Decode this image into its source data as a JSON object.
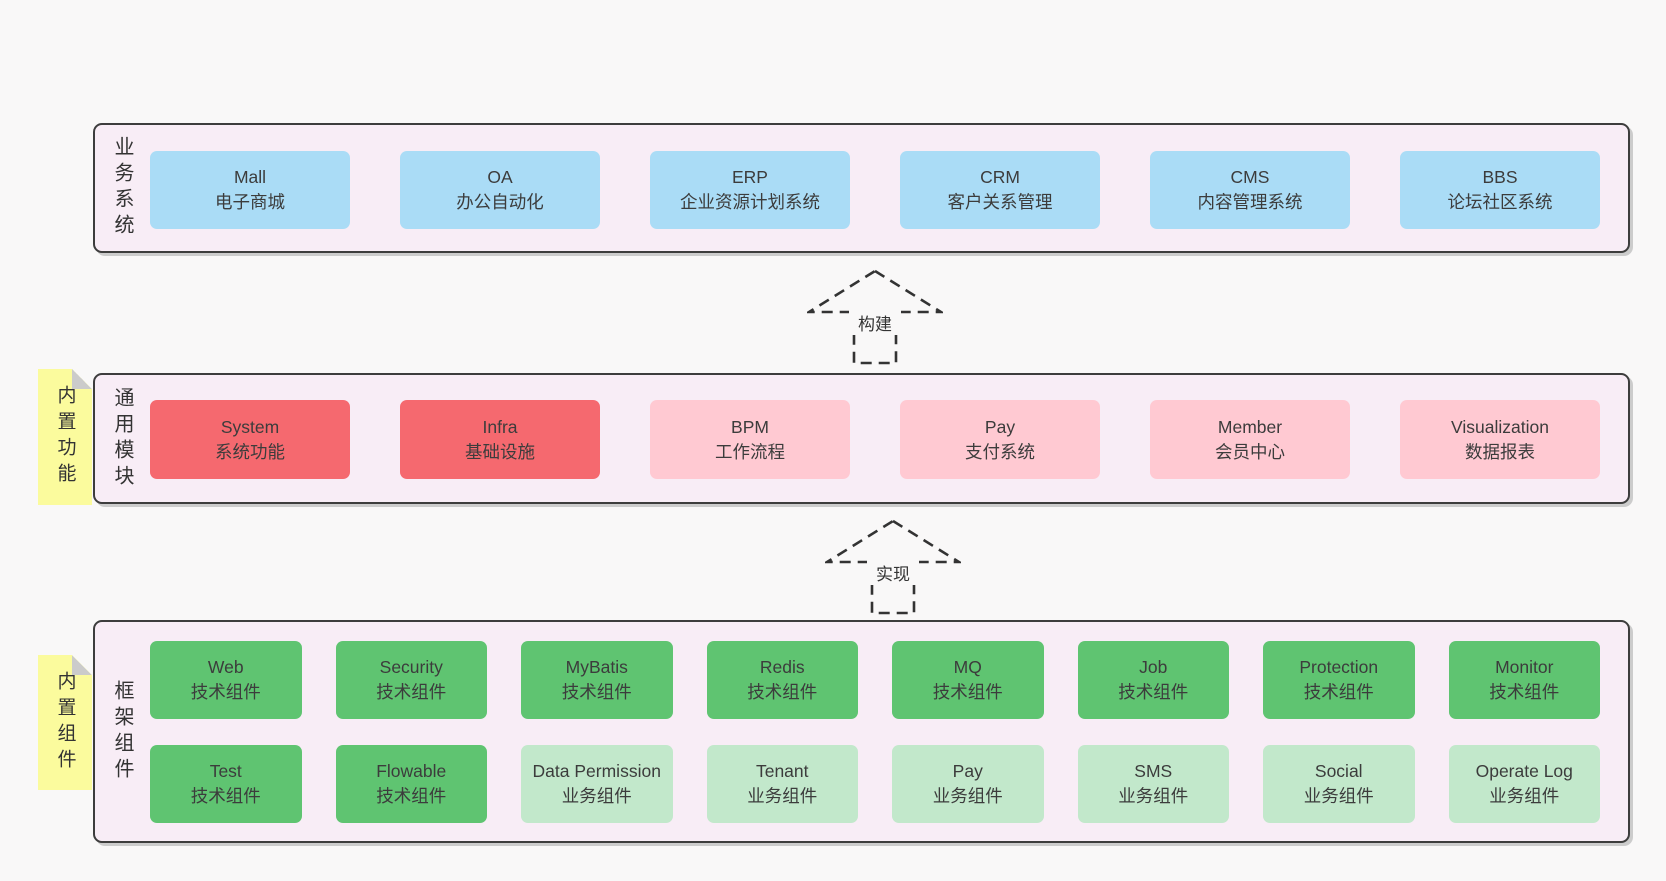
{
  "palette": {
    "page_bg": "#f9f8f8",
    "container_bg": "#f8edf6",
    "container_border": "#3d3d3d",
    "business_box": "#aadcf6",
    "core_module_box": "#f5696f",
    "optional_module_box": "#ffc9d2",
    "tech_component_box": "#5fc471",
    "biz_component_box": "#c2e8cb",
    "note_bg": "#fbfb9d",
    "text": "#3c3c3c"
  },
  "arrows": {
    "build": "构建",
    "implement": "实现"
  },
  "notes": {
    "builtin_functions": "内置功能",
    "builtin_components": "内置组件"
  },
  "sections": {
    "business": {
      "label": "业务系统",
      "boxes": [
        {
          "name": "Mall",
          "desc": "电子商城",
          "type": "blue"
        },
        {
          "name": "OA",
          "desc": "办公自动化",
          "type": "blue"
        },
        {
          "name": "ERP",
          "desc": "企业资源计划系统",
          "type": "blue"
        },
        {
          "name": "CRM",
          "desc": "客户关系管理",
          "type": "blue"
        },
        {
          "name": "CMS",
          "desc": "内容管理系统",
          "type": "blue"
        },
        {
          "name": "BBS",
          "desc": "论坛社区系统",
          "type": "blue"
        }
      ]
    },
    "modules": {
      "label": "通用模块",
      "boxes": [
        {
          "name": "System",
          "desc": "系统功能",
          "type": "red"
        },
        {
          "name": "Infra",
          "desc": "基础设施",
          "type": "red"
        },
        {
          "name": "BPM",
          "desc": "工作流程",
          "type": "pink"
        },
        {
          "name": "Pay",
          "desc": "支付系统",
          "type": "pink"
        },
        {
          "name": "Member",
          "desc": "会员中心",
          "type": "pink"
        },
        {
          "name": "Visualization",
          "desc": "数据报表",
          "type": "pink"
        }
      ]
    },
    "framework": {
      "label": "框架组件",
      "row1": [
        {
          "name": "Web",
          "desc": "技术组件",
          "type": "green"
        },
        {
          "name": "Security",
          "desc": "技术组件",
          "type": "green"
        },
        {
          "name": "MyBatis",
          "desc": "技术组件",
          "type": "green"
        },
        {
          "name": "Redis",
          "desc": "技术组件",
          "type": "green"
        },
        {
          "name": "MQ",
          "desc": "技术组件",
          "type": "green"
        },
        {
          "name": "Job",
          "desc": "技术组件",
          "type": "green"
        },
        {
          "name": "Protection",
          "desc": "技术组件",
          "type": "green"
        },
        {
          "name": "Monitor",
          "desc": "技术组件",
          "type": "green"
        }
      ],
      "row2": [
        {
          "name": "Test",
          "desc": "技术组件",
          "type": "green"
        },
        {
          "name": "Flowable",
          "desc": "技术组件",
          "type": "green"
        },
        {
          "name": "Data Permission",
          "desc": "业务组件",
          "type": "lgreen"
        },
        {
          "name": "Tenant",
          "desc": "业务组件",
          "type": "lgreen"
        },
        {
          "name": "Pay",
          "desc": "业务组件",
          "type": "lgreen"
        },
        {
          "name": "SMS",
          "desc": "业务组件",
          "type": "lgreen"
        },
        {
          "name": "Social",
          "desc": "业务组件",
          "type": "lgreen"
        },
        {
          "name": "Operate Log",
          "desc": "业务组件",
          "type": "lgreen"
        }
      ]
    }
  }
}
